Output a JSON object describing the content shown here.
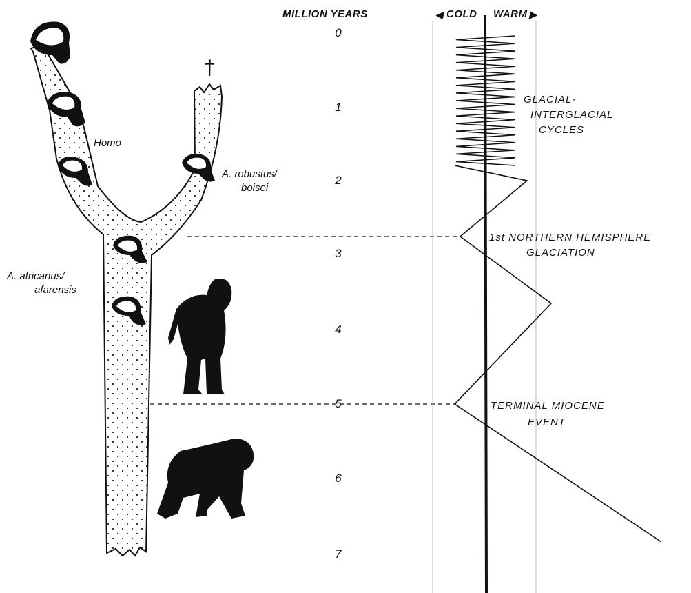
{
  "header": {
    "million_years": "MILLION YEARS",
    "cold_label": "COLD",
    "warm_label": "WARM",
    "cold_arrow": "◀",
    "warm_arrow": "▶"
  },
  "time_axis": {
    "ticks": [
      "0",
      "1",
      "2",
      "3",
      "4",
      "5",
      "6",
      "7"
    ]
  },
  "taxa": {
    "homo": "Homo",
    "robustus_line1": "A. robustus/",
    "robustus_line2": "boisei",
    "africanus_line1": "A. africanus/",
    "africanus_line2": "afarensis",
    "extinction_mark": "†"
  },
  "climate_events": {
    "glacial_line1": "GLACIAL-",
    "glacial_line2": "INTERGLACIAL",
    "glacial_line3": "CYCLES",
    "northern_line1": "1st NORTHERN HEMISPHERE",
    "northern_line2": "GLACIATION",
    "miocene_line1": "TERMINAL MIOCENE",
    "miocene_line2": "EVENT"
  },
  "colors": {
    "ink": "#111111",
    "paper": "#ffffff"
  }
}
